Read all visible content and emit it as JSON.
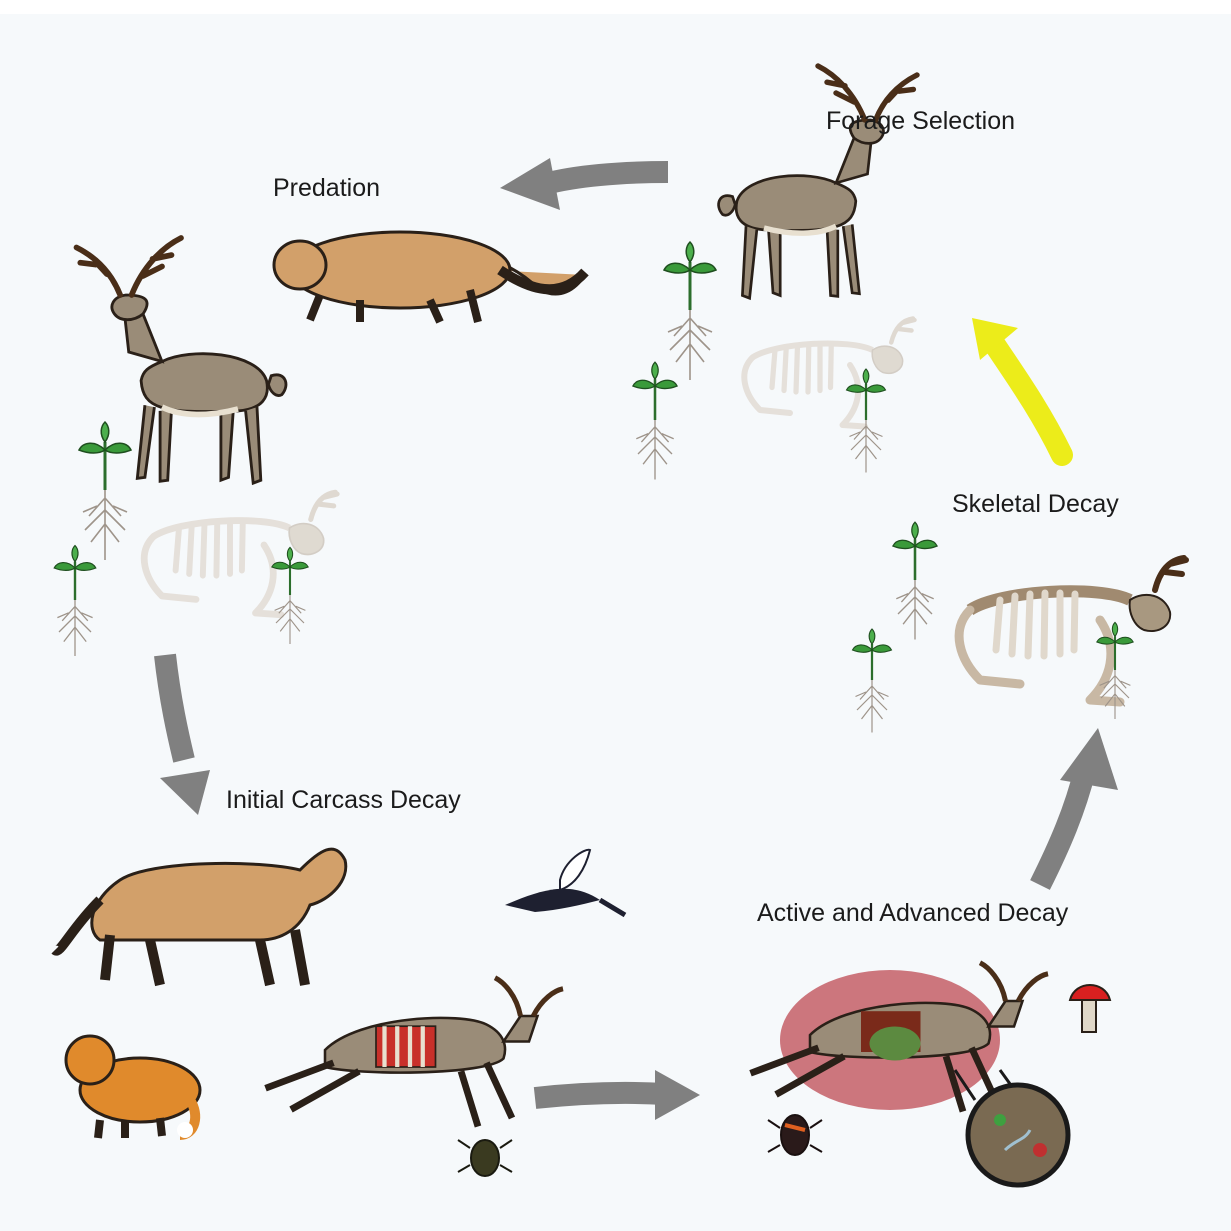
{
  "stages": {
    "forage": "Forage Selection",
    "predation": "Predation",
    "initial": "Initial Carcass Decay",
    "active": "Active and Advanced Decay",
    "skeletal": "Skeletal Decay"
  },
  "colors": {
    "background": "#f6f9fb",
    "arrow": "#808080",
    "highlight_arrow": "#ecec1a",
    "deer": "#9a8c78",
    "cougar": "#d2a06a",
    "fox": "#e08a2c",
    "plant": "#3a9a3a",
    "blood": "#b01e2a",
    "bone": "#ded7cf"
  },
  "icons": [
    "deer-icon",
    "cougar-icon",
    "skeleton-icon",
    "seedling-icon",
    "fox-icon",
    "magpie-icon",
    "beetle-icon",
    "mushroom-icon",
    "microbe-magnifier-icon"
  ]
}
